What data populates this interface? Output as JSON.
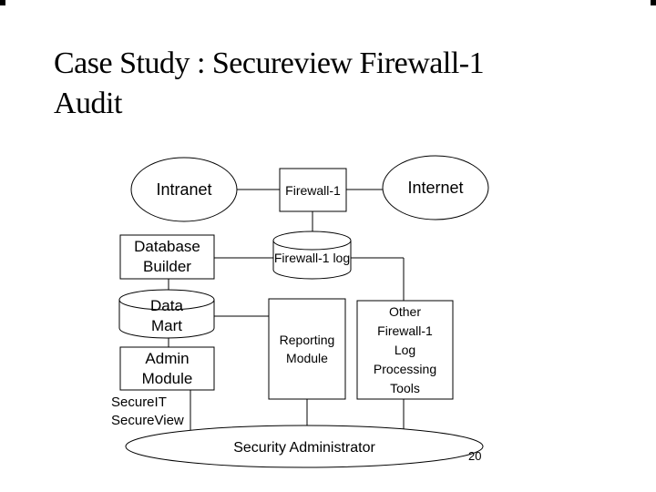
{
  "page": {
    "background": "#ffffff",
    "page_number": "20"
  },
  "title": {
    "line1": "Case Study : Secureview Firewall-1",
    "line2": "Audit"
  },
  "diagram": {
    "colors": {
      "stroke": "#000000",
      "text": "#000000",
      "fill": "#ffffff"
    },
    "nodes": {
      "intranet": {
        "label": "Intranet",
        "shape": "ellipse"
      },
      "firewall1": {
        "label": "Firewall-1",
        "shape": "rect"
      },
      "internet": {
        "label": "Internet",
        "shape": "ellipse"
      },
      "database_builder": {
        "label": "Database Builder",
        "shape": "rect"
      },
      "firewall1_log": {
        "label": "Firewall-1 log",
        "shape": "cylinder"
      },
      "data_mart": {
        "label": "Data Mart",
        "shape": "cylinder"
      },
      "admin_module": {
        "label": "Admin Module",
        "shape": "rect"
      },
      "reporting_module": {
        "label": "Reporting Module",
        "shape": "rect"
      },
      "other_tools": {
        "label": "Other Firewall-1 Log Processing Tools",
        "shape": "rect"
      },
      "security_admin": {
        "label": "Security Administrator",
        "shape": "ellipse"
      }
    },
    "side_labels": {
      "product1": "SecureIT",
      "product2": "SecureView"
    },
    "edges": [
      {
        "from": "intranet",
        "to": "firewall1"
      },
      {
        "from": "firewall1",
        "to": "internet"
      },
      {
        "from": "firewall1",
        "to": "firewall1_log"
      },
      {
        "from": "database_builder",
        "to": "firewall1_log"
      },
      {
        "from": "firewall1_log",
        "to": "other_tools"
      },
      {
        "from": "database_builder",
        "to": "data_mart"
      },
      {
        "from": "data_mart",
        "to": "reporting_module"
      },
      {
        "from": "data_mart",
        "to": "admin_module"
      },
      {
        "from": "admin_module",
        "to": "security_admin"
      },
      {
        "from": "reporting_module",
        "to": "security_admin"
      },
      {
        "from": "other_tools",
        "to": "security_admin"
      }
    ]
  }
}
